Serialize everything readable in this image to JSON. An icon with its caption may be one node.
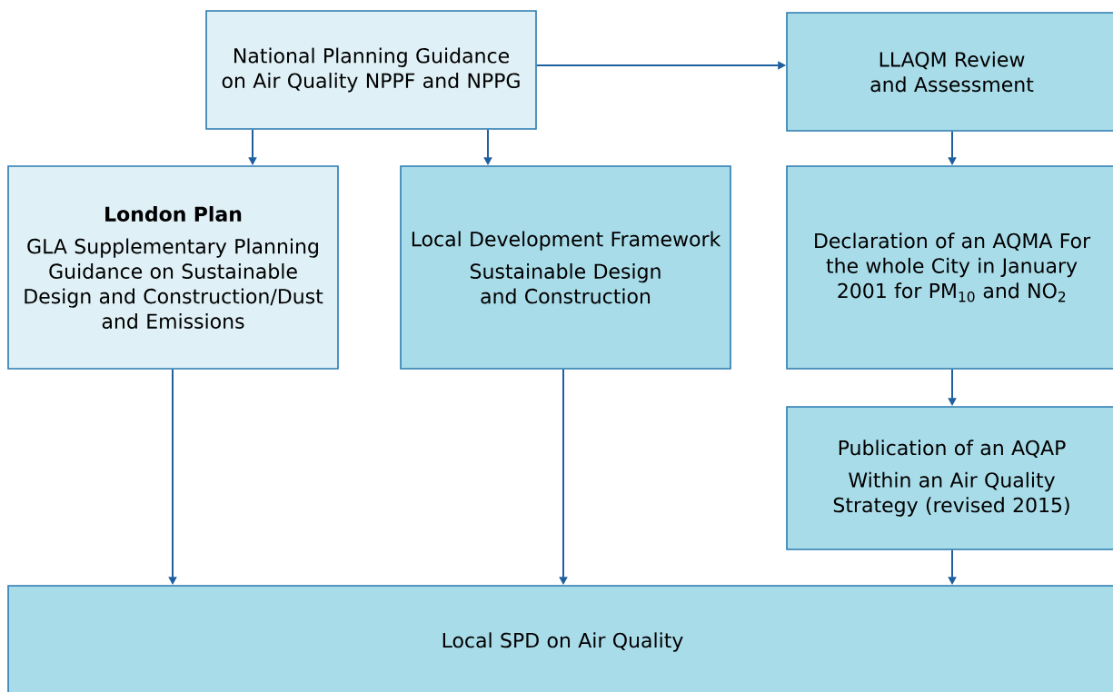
{
  "diagram": {
    "nodes": [
      {
        "text": [
          "National Planning Guidance on Air Quality NPPF and NPPG"
        ]
      },
      {
        "text": [
          "LLAQM Review and Assessment"
        ]
      },
      {
        "text": [
          "London Plan",
          "GLA Supplementary Planning Guidance on Sustainable Design and Construction/Dust and Emissions"
        ]
      },
      {
        "text": [
          "Local Development Framework",
          "Sustainable Design and Construction"
        ]
      },
      {
        "text": [
          "Declaration of an AQMA For the whole City in January 2001 for PM$_{10}$ and NO$_{2}$"
        ]
      },
      {
        "text": [
          "Publication of an AQAP",
          "Within an Air Quality Strategy (revised 2015)"
        ]
      },
      {
        "text": [
          "Local SPD on Air Quality"
        ]
      }
    ],
    "edges": [
      {
        "from": 0,
        "to": 1,
        "arrow": "to"
      },
      {
        "from": 0,
        "to": 2,
        "arrow": "to"
      },
      {
        "from": 0,
        "to": 3,
        "arrow": "to"
      },
      {
        "from": 1,
        "to": 4,
        "arrow": "to"
      },
      {
        "from": 4,
        "to": 5,
        "arrow": "to"
      },
      {
        "from": 2,
        "to": 6,
        "arrow": "to"
      },
      {
        "from": 3,
        "to": 6,
        "arrow": "to"
      },
      {
        "from": 5,
        "to": 6,
        "arrow": "to"
      }
    ]
  }
}
